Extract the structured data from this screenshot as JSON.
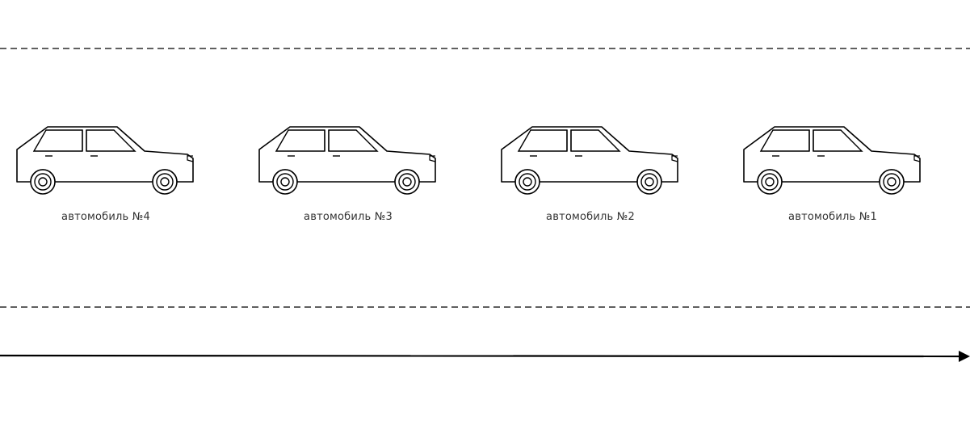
{
  "cars": [
    {
      "label": "автомобиль №4"
    },
    {
      "label": "автомобиль №3"
    },
    {
      "label": "автомобиль №2"
    },
    {
      "label": "автомобиль №1"
    }
  ],
  "colors": {
    "stroke": "#000000",
    "background": "#ffffff",
    "label_text": "#333333"
  },
  "icons": {
    "car": "car-side-icon",
    "arrow": "direction-arrow"
  }
}
